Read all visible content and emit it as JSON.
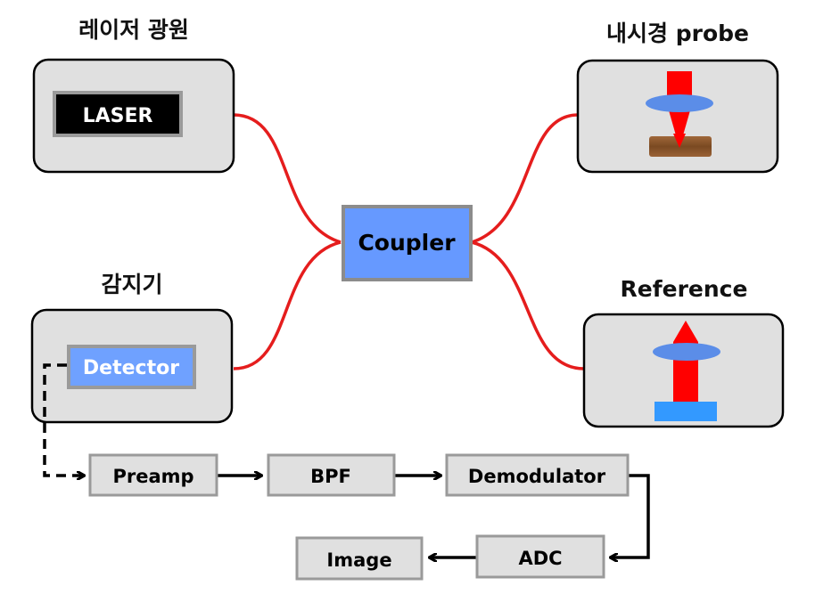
{
  "titles": {
    "laser_source": "레이저 광원",
    "endoscope_probe": "내시경 probe",
    "detector_unit": "감지기",
    "reference": "Reference"
  },
  "labels": {
    "laser": "LASER",
    "coupler": "Coupler",
    "detector": "Detector",
    "preamp": "Preamp",
    "bpf": "BPF",
    "demodulator": "Demodulator",
    "adc": "ADC",
    "image": "Image"
  },
  "colors": {
    "panel_fill": "#e0e0e0",
    "fiber": "#e51d1d",
    "coupler_fill": "#6699ff",
    "detector_fill": "#6fa1ff",
    "lens": "#5b8de8",
    "beam": "#ff0000",
    "tissue": "#8b5a2b",
    "mirror": "#3399ff",
    "block_fill": "#e0e0e0",
    "block_border": "#9a9a9a"
  }
}
